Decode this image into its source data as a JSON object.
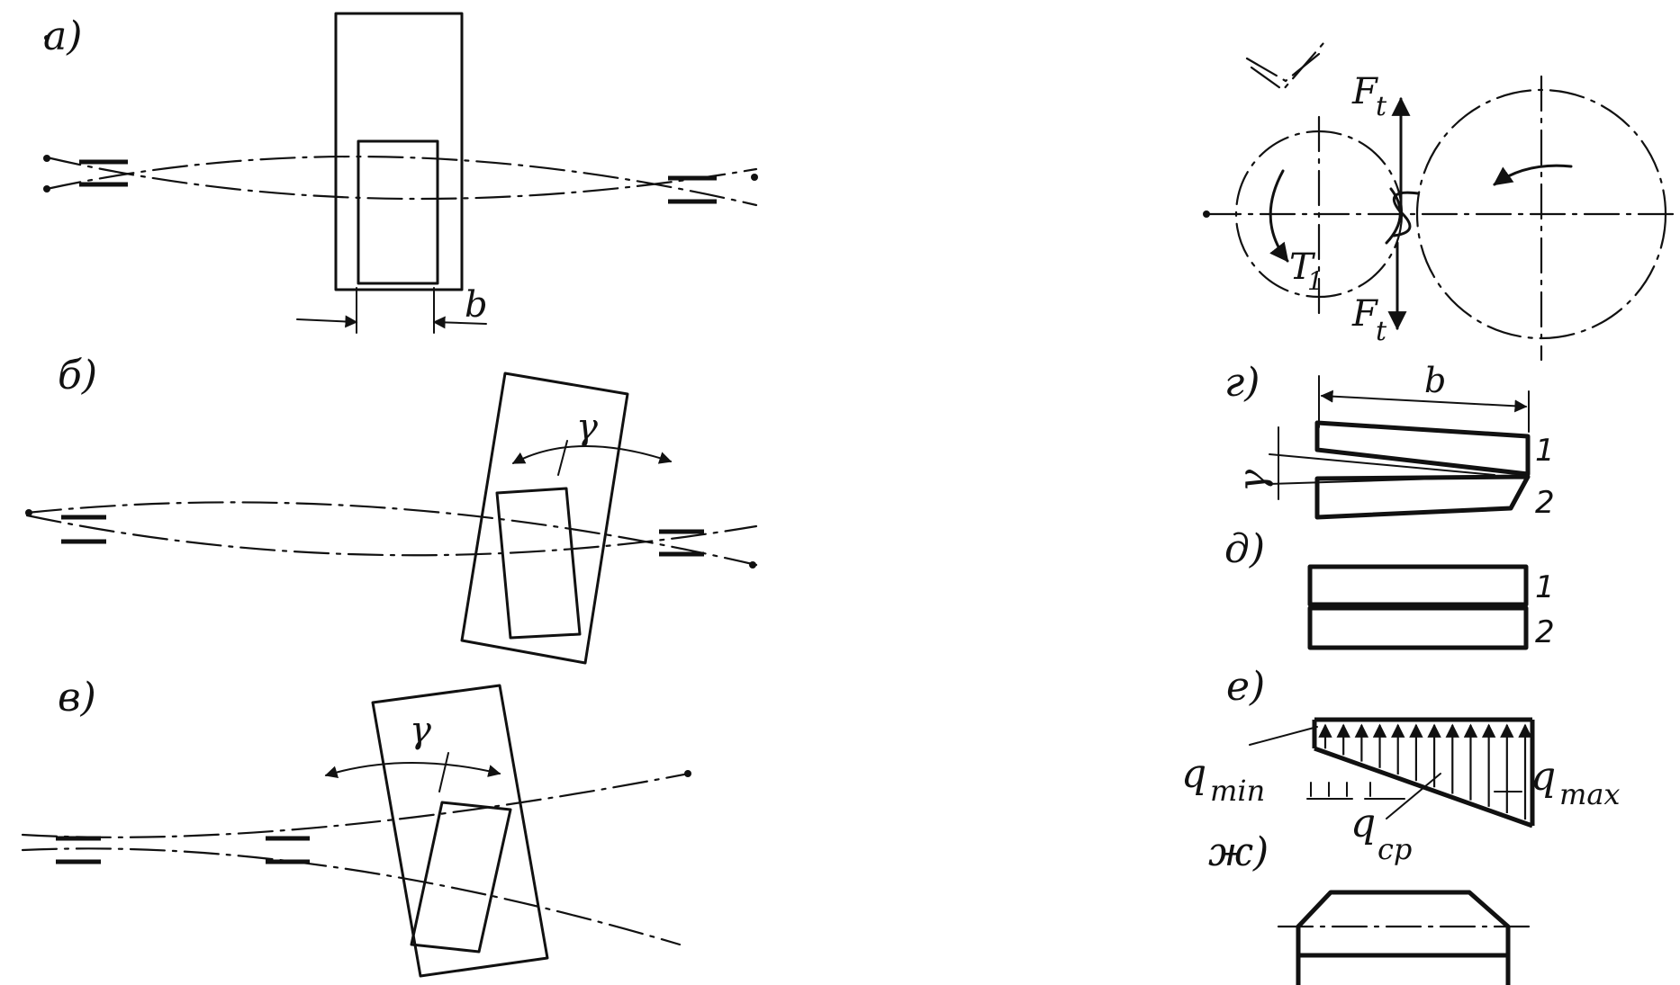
{
  "panels": {
    "a": {
      "label": "a)",
      "dim_label": "b"
    },
    "b": {
      "label": "б)",
      "angle_label": "γ"
    },
    "v": {
      "label": "в)",
      "angle_label": "γ"
    },
    "gears": {
      "force_top": "F",
      "force_bottom": "F",
      "force_sub": "t",
      "torque": "T",
      "torque_sub": "1"
    },
    "g": {
      "label": "г)",
      "dim_label": "b",
      "angle_label": "γ",
      "part1": "1",
      "part2": "2"
    },
    "d": {
      "label": "д)",
      "part1": "1",
      "part2": "2"
    },
    "e": {
      "label": "е)",
      "q": "q",
      "qmin_sub": "min",
      "qmax_sub": "max",
      "qcp_sub": "cp"
    },
    "zh": {
      "label": "ж)"
    }
  }
}
